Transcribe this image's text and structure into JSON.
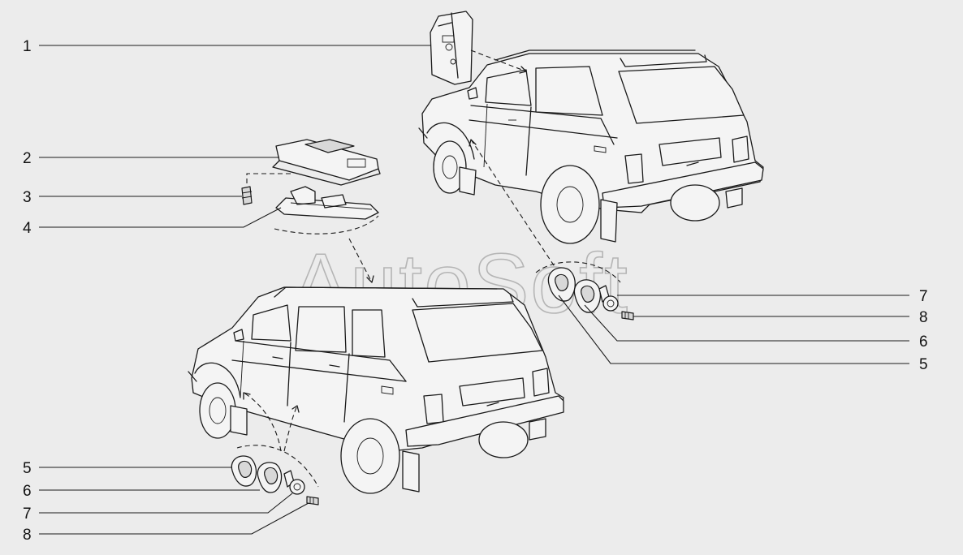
{
  "watermark": "AutoSoft",
  "callouts": {
    "c1": "1",
    "c2": "2",
    "c3": "3",
    "c4": "4",
    "r7": "7",
    "r8": "8",
    "r6": "6",
    "r5": "5",
    "l5": "5",
    "l6": "6",
    "l7": "7",
    "l8": "8"
  },
  "colors": {
    "background": "#ececec",
    "line": "#1a1a1a",
    "watermark": "#b5b5b5"
  }
}
